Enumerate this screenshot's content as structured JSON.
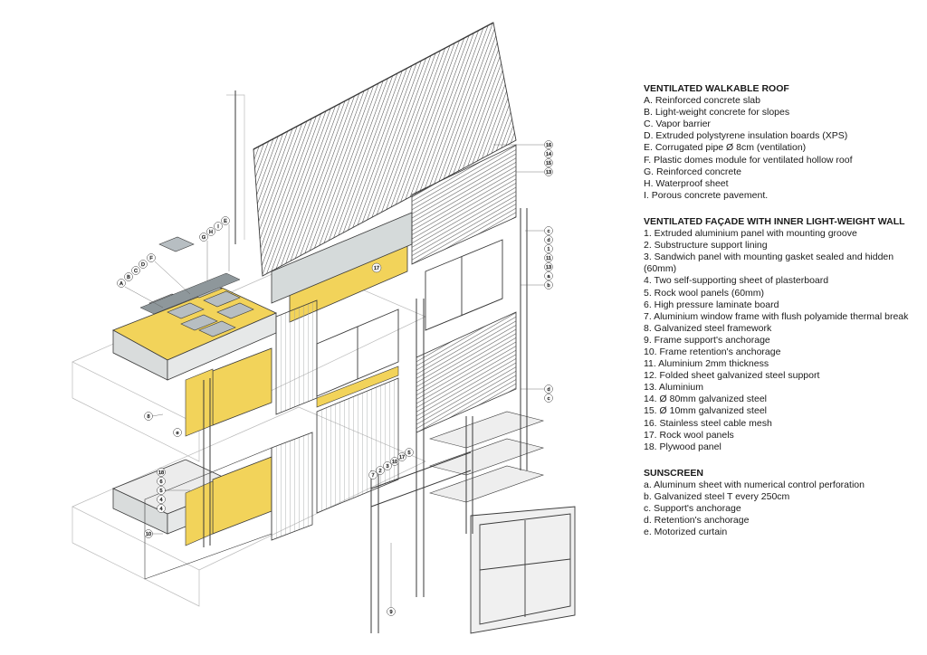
{
  "legend": {
    "sections": [
      {
        "title": "VENTILATED WALKABLE ROOF",
        "items": [
          "A. Reinforced concrete slab",
          "B. Light-weight concrete for slopes",
          "C. Vapor barrier",
          "D. Extruded polystyrene insulation boards (XPS)",
          "E. Corrugated pipe Ø 8cm (ventilation)",
          "F. Plastic domes module for ventilated hollow roof",
          "G. Reinforced concrete",
          "H. Waterproof sheet",
          "I. Porous concrete pavement."
        ]
      },
      {
        "title": "VENTILATED FAÇADE WITH INNER LIGHT-WEIGHT  WALL",
        "items": [
          "1. Extruded aluminium panel with mounting groove",
          "2. Substructure support lining",
          "3. Sandwich panel with mounting gasket sealed and hidden (60mm)",
          "4. Two self-supporting sheet of plasterboard",
          "5. Rock wool panels (60mm)",
          "6. High pressure laminate board",
          "7. Aluminium window frame with flush polyamide thermal break",
          "8. Galvanized steel framework",
          "9. Frame support's anchorage",
          "10. Frame retention's anchorage",
          "11. Aluminium 2mm thickness",
          "12. Folded sheet galvanized steel  support",
          "13. Aluminium",
          "14. Ø 80mm galvanized steel",
          "15. Ø 10mm galvanized steel",
          "16. Stainless steel cable mesh",
          "17. Rock wool panels",
          "18. Plywood panel"
        ]
      },
      {
        "title": "SUNSCREEN",
        "items": [
          "a. Aluminum sheet with numerical control perforation",
          "b. Galvanized steel T every 250cm",
          "c. Support's anchorage",
          "d. Retention's anchorage",
          "e. Motorized curtain"
        ]
      }
    ]
  },
  "callouts": {
    "roof_left": [
      "A",
      "B",
      "C",
      "D",
      "F"
    ],
    "roof_top": [
      "G",
      "H",
      "I",
      "E"
    ],
    "right_top": [
      "16",
      "14",
      "15",
      "13"
    ],
    "right_mid": [
      "c",
      "d",
      "1",
      "11",
      "13",
      "a",
      "b"
    ],
    "right_low": [
      "d",
      "c"
    ],
    "left_mid": [
      "8",
      "e"
    ],
    "left_low": [
      "18",
      "6",
      "5",
      "4",
      "4"
    ],
    "bottom_row": [
      "7",
      "2",
      "3",
      "10",
      "17",
      "5"
    ],
    "bottom_single": [
      "10",
      "9"
    ],
    "mid_label": "17"
  },
  "colors": {
    "insulation": "#f2d35a",
    "concrete": "#d9dcdc",
    "metal": "#c8cccc",
    "line": "#3a3a3a"
  }
}
